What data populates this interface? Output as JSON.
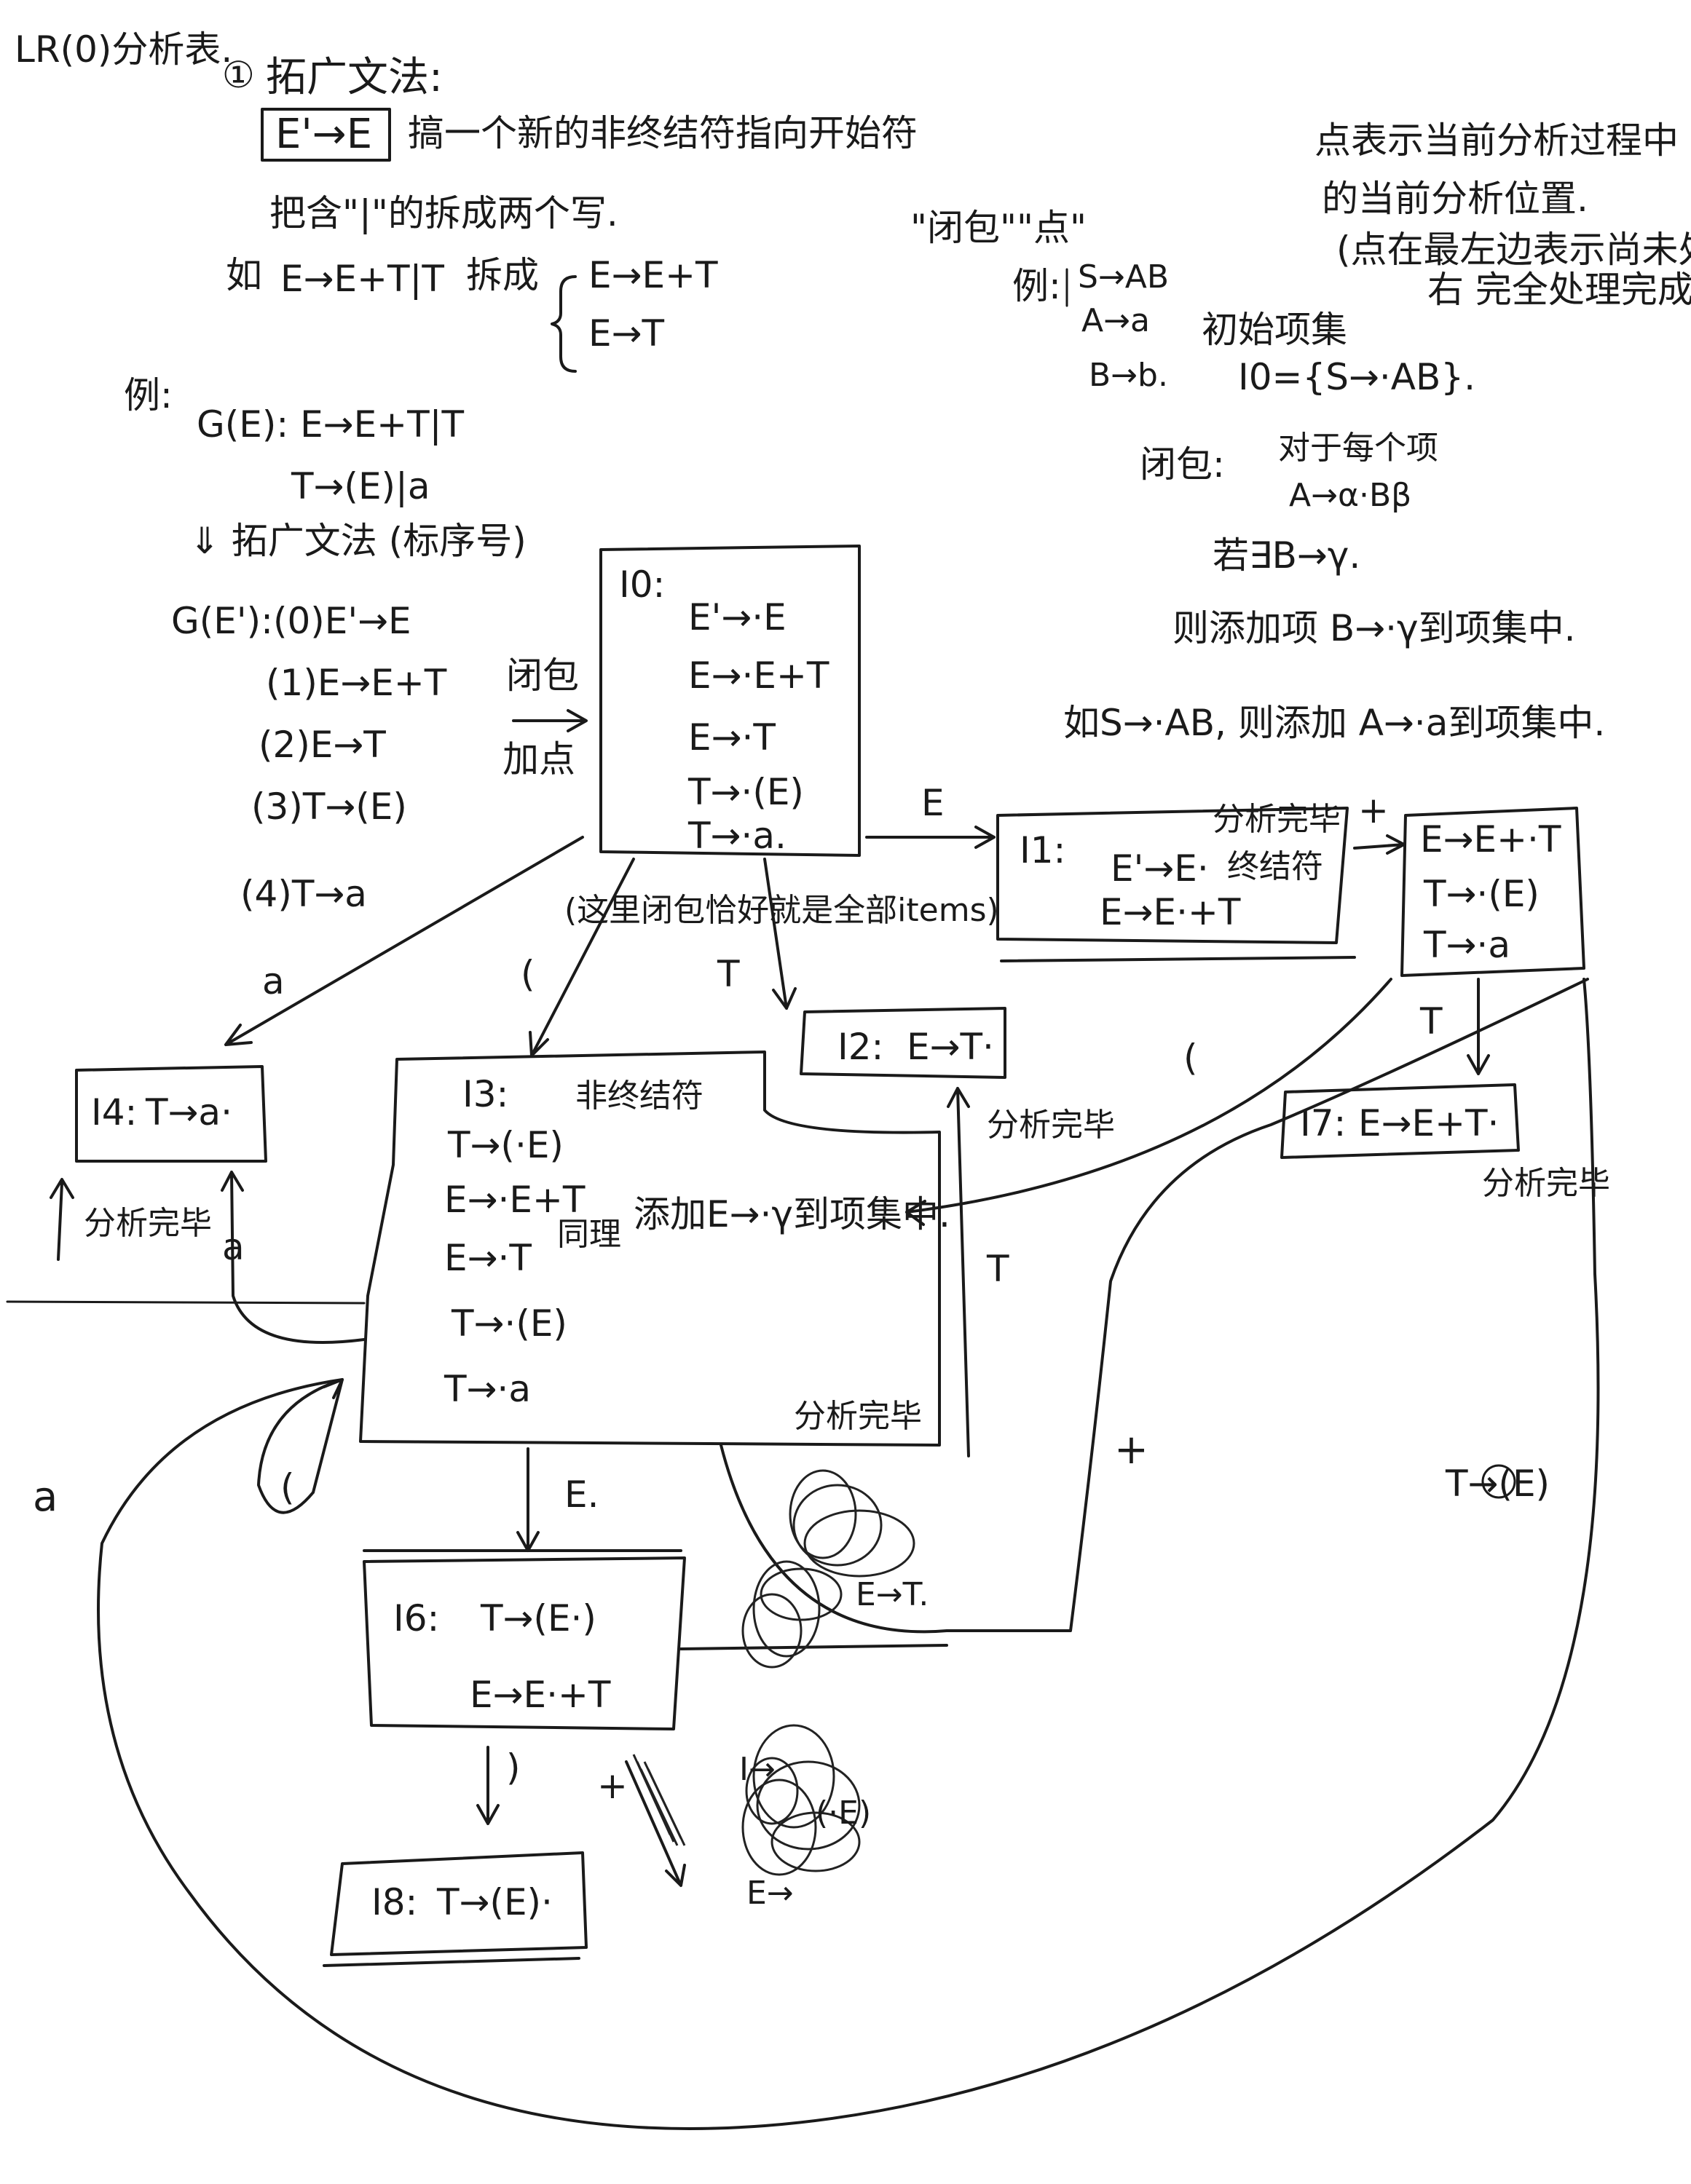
{
  "header": {
    "title": "LR(0)分析表."
  },
  "step1": {
    "num": "①",
    "title": "拓广文法:",
    "boxed": "E'→E",
    "desc": "搞一个新的非终结符指向开始符",
    "rule": "把含\"|\"的拆成两个写.",
    "eg_prefix": "如",
    "eg_rule": "E→E+T|T",
    "eg_split": "拆成",
    "split_1": "E→E+T",
    "split_2": "E→T"
  },
  "example": {
    "label": "例:",
    "grammar_1": "G(E): E→E+T|T",
    "grammar_2": "T→(E)|a",
    "arrow_note": "⇓ 拓广文法 (标序号)",
    "rules": [
      "G(E'):(0)E'→E",
      "(1)E→E+T",
      "(2)E→T",
      "(3)T→(E)",
      "(4)T→a"
    ],
    "closure_1": "闭包",
    "closure_2": "加点"
  },
  "dot_notes": {
    "title": "\"闭包\"\"点\"",
    "eg_label": "例:",
    "eg_1": "S→AB",
    "eg_2": "A→a",
    "eg_3": "B→b.",
    "init_label": "初始项集",
    "init_set": "I0={S→·AB}.",
    "closure_label": "闭包:",
    "closure_desc": "对于每个项",
    "closure_item": "A→α·Bβ",
    "if_exists": "若∃B→γ.",
    "then_add": "则添加项 B→·γ到项集中.",
    "eg_add": "如S→·AB, 则添加 A→·a到项集中."
  },
  "point_notes": {
    "line1": "点表示当前分析过程中",
    "line2": "的当前分析位置.",
    "line3": "(点在最左边表示尚未处理",
    "line4": "右    完全处理完成"
  },
  "states": {
    "I0": {
      "label": "I0:",
      "items": [
        "E'→·E",
        "E→·E+T",
        "E→·T",
        "T→·(E)",
        "T→·a."
      ],
      "note": "(这里闭包恰好就是全部items)"
    },
    "I1": {
      "label": "I1:",
      "items": [
        "E'→E·",
        "E→E·+T"
      ],
      "note_done": "分析完毕",
      "note_term": "终结符"
    },
    "I2": {
      "label": "I2:",
      "item": "E→T·"
    },
    "I3": {
      "label": "I3:",
      "note_nt": "非终结符",
      "items": [
        "T→(·E)",
        "E→·E+T",
        "E→·T",
        "T→·(E)",
        "T→·a"
      ],
      "note_same": "同理",
      "note_add": "添加E→·γ到项集中.",
      "note_done": "分析完毕"
    },
    "I4": {
      "label": "I4:",
      "item": "T→a·",
      "note_done": "分析完毕"
    },
    "I5": {
      "items": [
        "E→E+·T",
        "T→·(E)",
        "T→·a"
      ]
    },
    "I6": {
      "label": "I6:",
      "items": [
        "T→(E·)",
        "E→E·+T"
      ]
    },
    "I7": {
      "label": "I7:",
      "item": "E→E+T·",
      "note_done": "分析完毕"
    },
    "I8": {
      "label": "I8:",
      "item": "T→(E)·"
    }
  },
  "edges": {
    "E_top": "E",
    "plus_top": "+",
    "a_left": "a",
    "lp_mid": "(",
    "T_mid": "T",
    "T_I5": "T",
    "lp_I5": "(",
    "a_I3": "a",
    "T_I3": "T",
    "lp_loop": "(",
    "a_outer": "a",
    "E_I6": "E.",
    "rp_I6": ")",
    "plus_I6": "+",
    "plus_big": "+",
    "note_I2_done": "分析完毕",
    "note_right": "T→(E)",
    "sc_1": "E→T.",
    "sc_2": "I→",
    "sc_3": "(·E)",
    "sc_4": "E→"
  },
  "ink_color": "#1a1a1a"
}
